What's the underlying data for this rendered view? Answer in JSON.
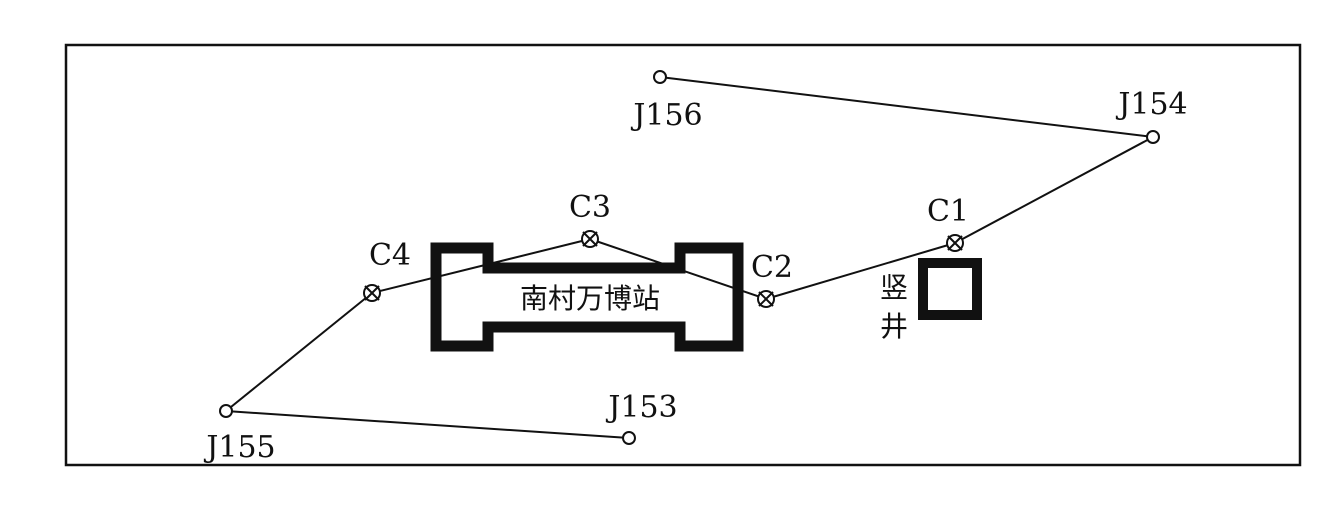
{
  "colors": {
    "ink": "#111111",
    "background": "#ffffff"
  },
  "points": {
    "J156": {
      "label": "J156",
      "kind": "benchmark"
    },
    "J154": {
      "label": "J154",
      "kind": "benchmark"
    },
    "J155": {
      "label": "J155",
      "kind": "benchmark"
    },
    "J153": {
      "label": "J153",
      "kind": "benchmark"
    },
    "C1": {
      "label": "C1",
      "kind": "control"
    },
    "C2": {
      "label": "C2",
      "kind": "control"
    },
    "C3": {
      "label": "C3",
      "kind": "control"
    },
    "C4": {
      "label": "C4",
      "kind": "control"
    }
  },
  "station": {
    "label": "南村万博站"
  },
  "shaft": {
    "label_line1": "竖",
    "label_line2": "井"
  },
  "traverse": [
    "J156",
    "J154",
    "C1",
    "C2",
    "C3",
    "C4",
    "J155",
    "J153"
  ],
  "extra_links": [
    [
      "C2",
      "C3"
    ]
  ]
}
